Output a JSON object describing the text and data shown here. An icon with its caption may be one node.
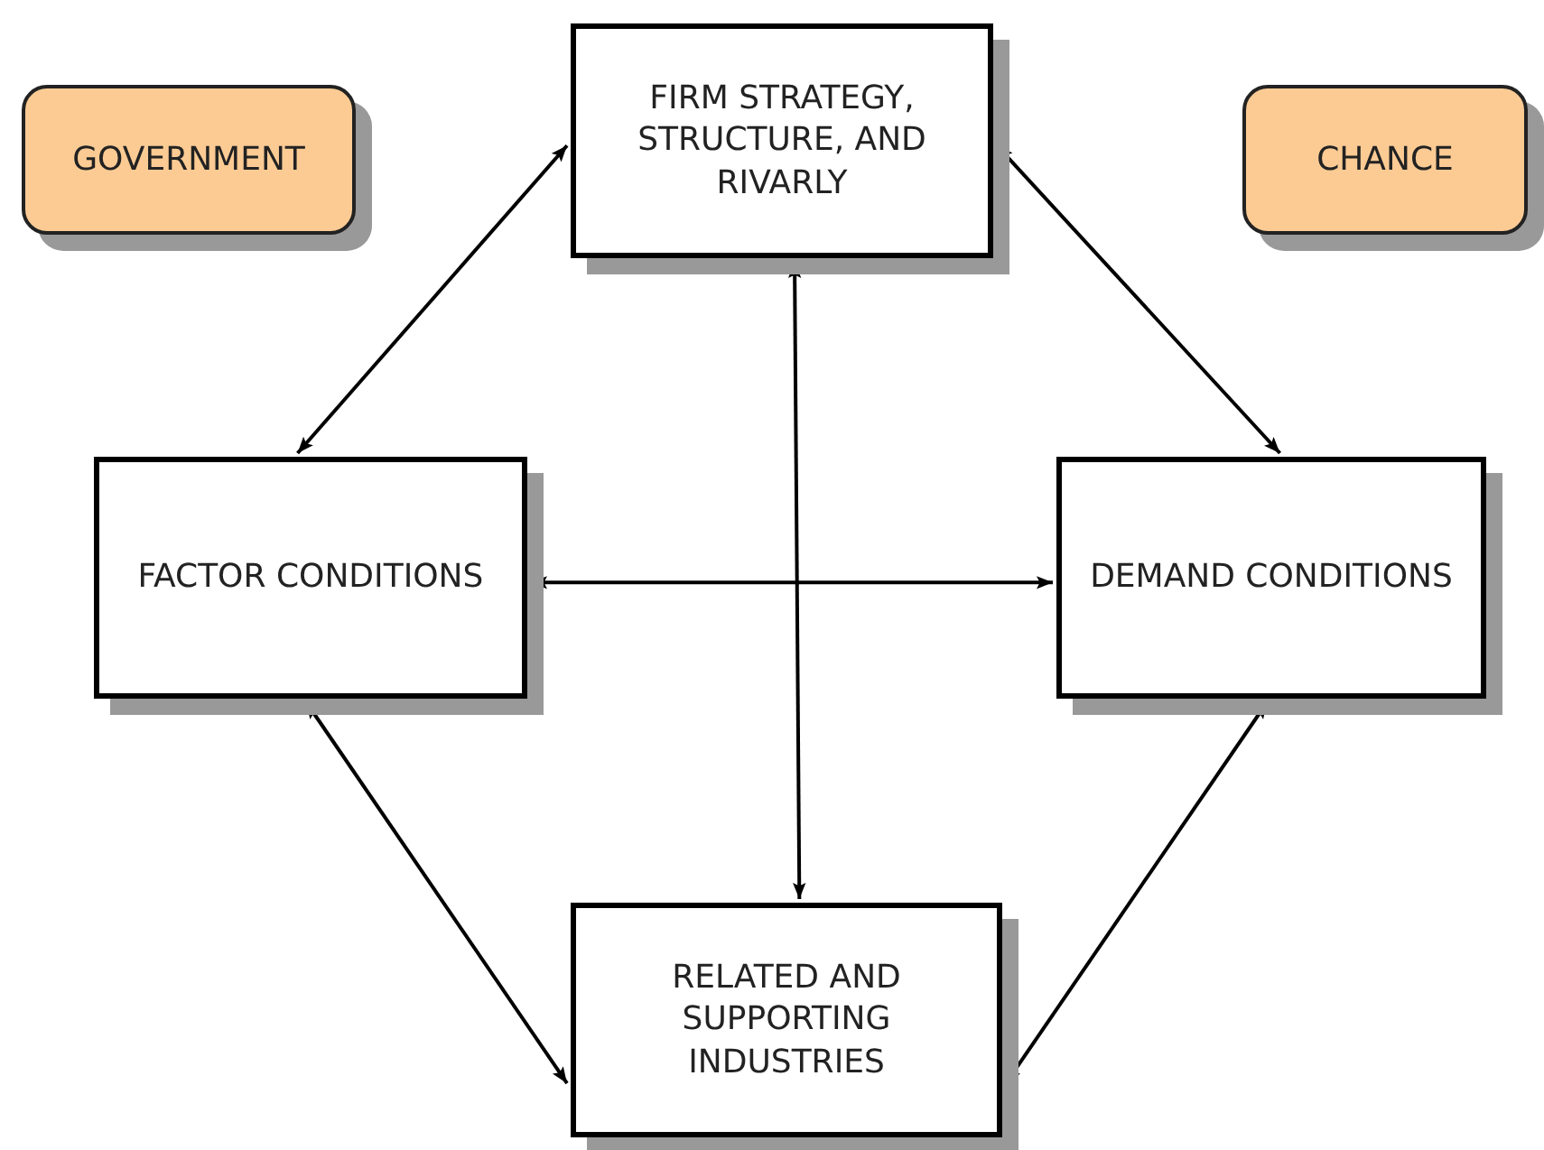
{
  "diagram": {
    "nodes": [
      {
        "text": [
          "GOVERNMENT"
        ]
      },
      {
        "text": [
          "FIRM STRATEGY, STRUCTURE, AND RIVARLY"
        ]
      },
      {
        "text": [
          "CHANCE"
        ]
      },
      {
        "text": [
          "FACTOR CONDITIONS"
        ]
      },
      {
        "text": [
          "DEMAND CONDITIONS"
        ]
      },
      {
        "text": [
          "RELATED AND SUPPORTING INDUSTRIES"
        ]
      }
    ],
    "edges": [
      {
        "from": 1,
        "to": 3,
        "arrow": "both"
      },
      {
        "from": 1,
        "to": 4,
        "arrow": "both"
      },
      {
        "from": 1,
        "to": 5,
        "arrow": "both"
      },
      {
        "from": 3,
        "to": 4,
        "arrow": "both"
      },
      {
        "from": 3,
        "to": 5,
        "arrow": "both"
      },
      {
        "from": 4,
        "to": 5,
        "arrow": "both"
      }
    ]
  }
}
